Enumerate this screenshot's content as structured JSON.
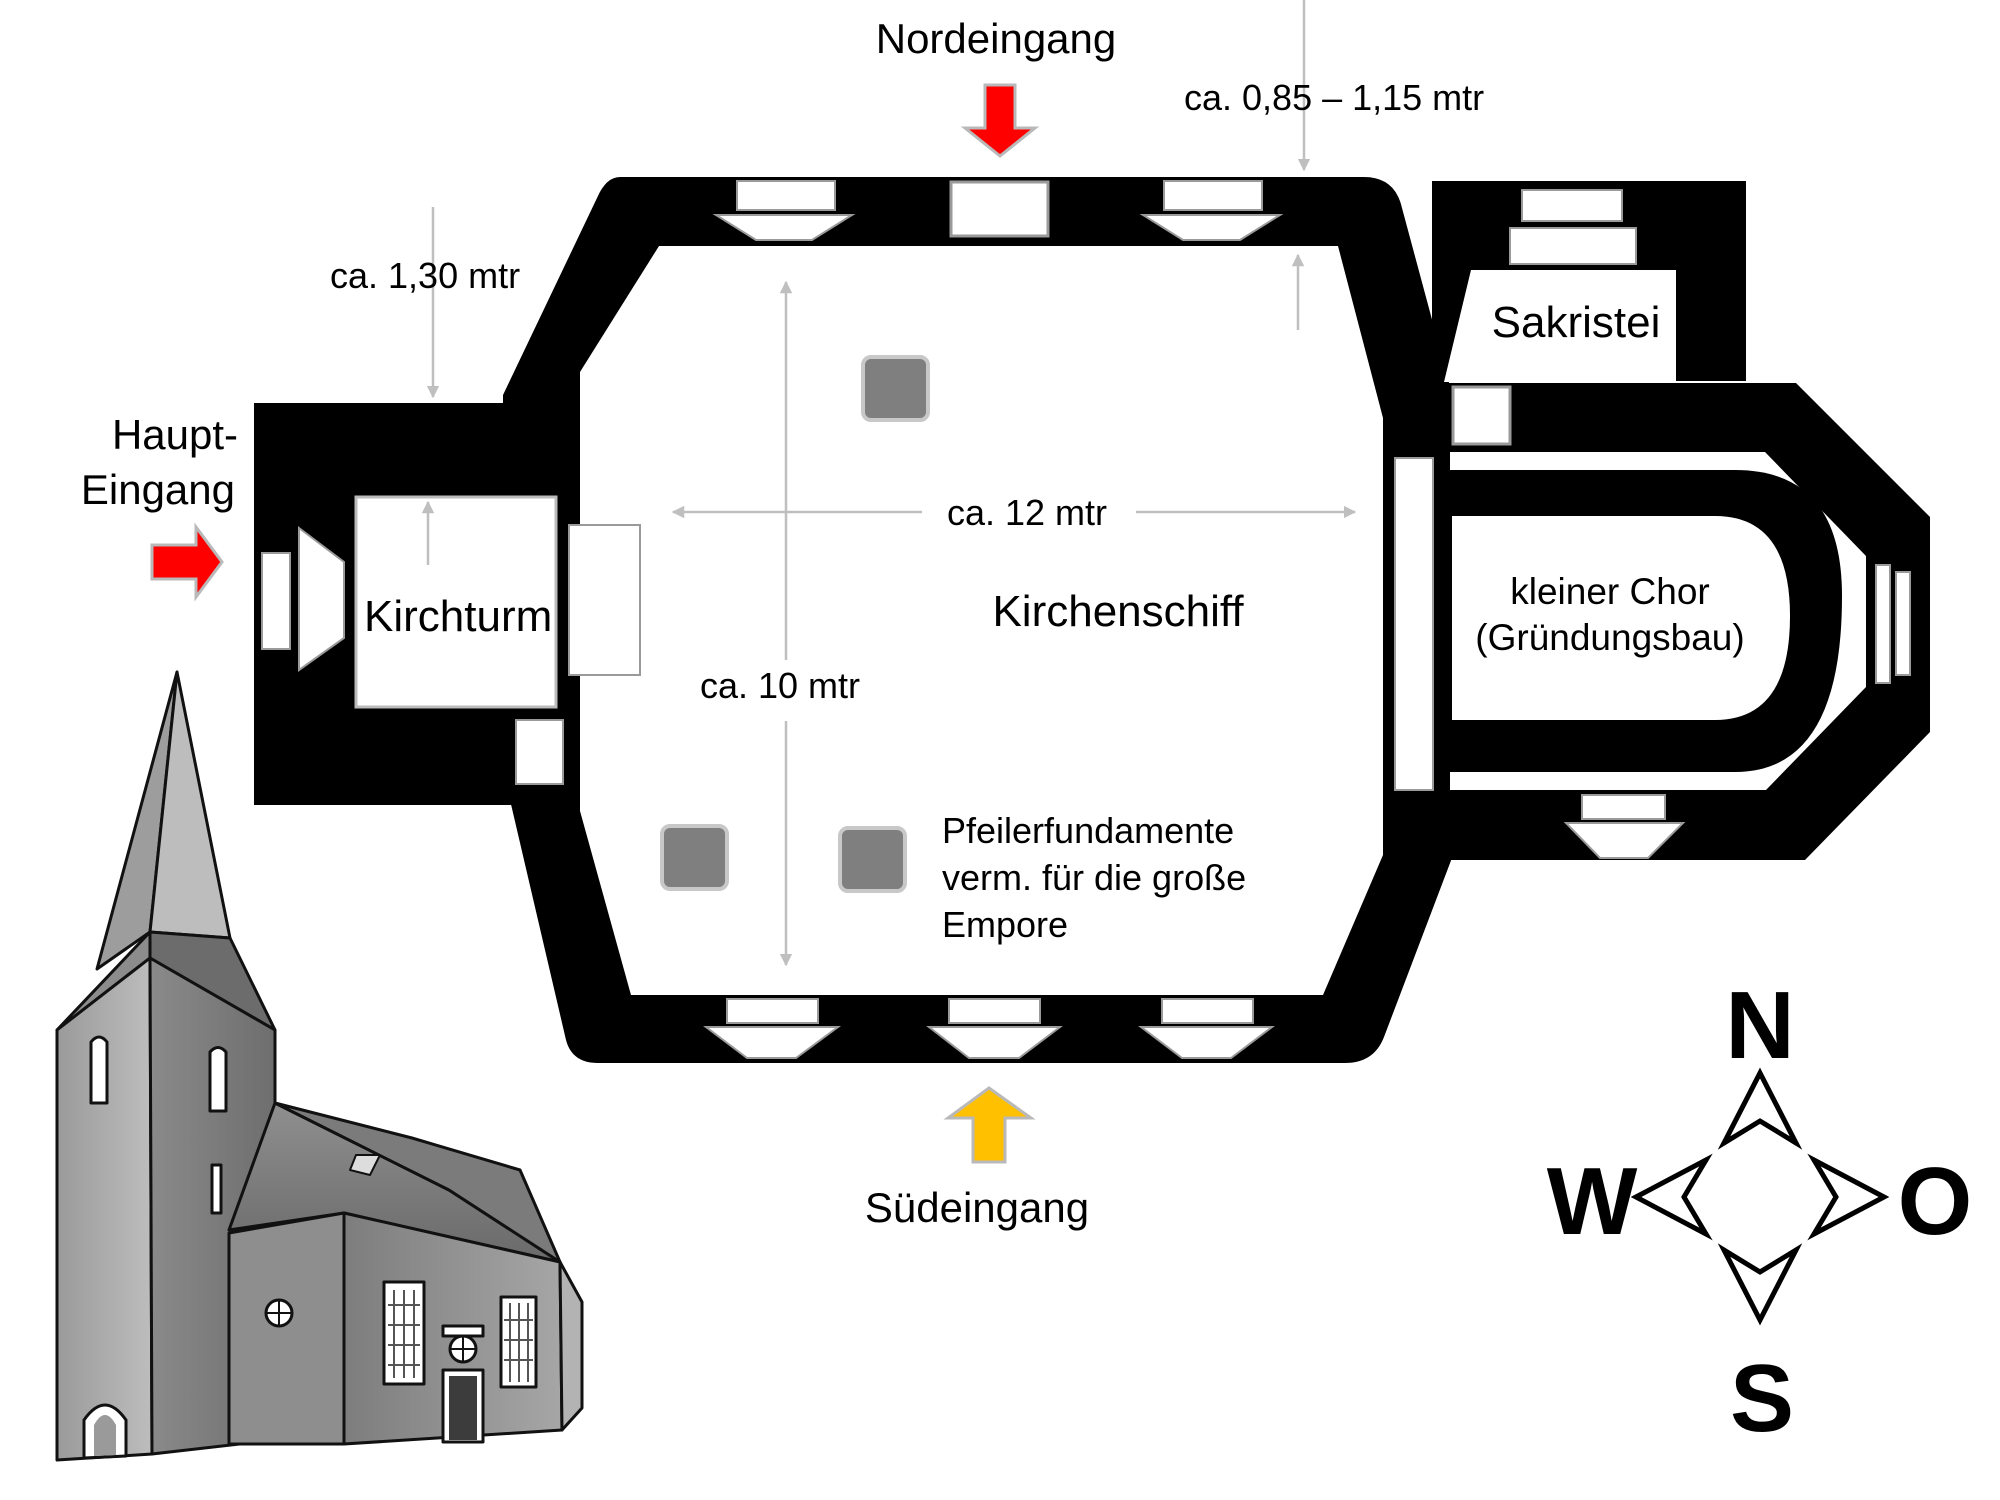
{
  "labels": {
    "north_entrance": "Nordeingang",
    "main_entrance_line1": "Haupt-",
    "main_entrance_line2": "Eingang",
    "south_entrance": "Südeingang",
    "tower": "Kirchturm",
    "nave": "Kirchenschiff",
    "sacristy": "Sakristei",
    "choir_line1": "kleiner Chor",
    "choir_line2": "(Gründungsbau)",
    "pillar_line1": "Pfeilerfundamente",
    "pillar_line2": "verm. für die große",
    "pillar_line3": "Empore"
  },
  "dimensions": {
    "tower_wall": "ca. 1,30 mtr",
    "nave_wall": "ca. 0,85 – 1,15 mtr",
    "nave_length": "ca. 12 mtr",
    "nave_width": "ca. 10 mtr"
  },
  "compass": {
    "north": "N",
    "south": "S",
    "west": "W",
    "east": "O"
  },
  "colors": {
    "wall": "#000000",
    "north_arrow": "#ff0000",
    "main_arrow": "#ff0000",
    "south_arrow": "#ffc000",
    "pillar": "#7f7f7f",
    "dimension_line": "#bfbfbf"
  },
  "icons": {
    "church": "church-illustration",
    "compass_rose": "compass-rose-icon"
  }
}
